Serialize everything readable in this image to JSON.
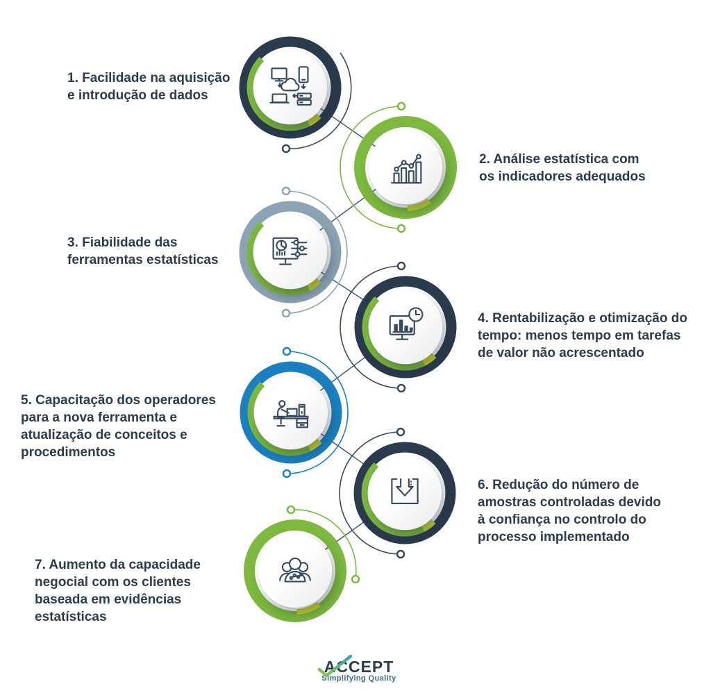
{
  "title": "Benefícios infographic",
  "colors": {
    "navy": "#2a3b4d",
    "green": "#7cb93e",
    "yellow_green": "#c9d834",
    "gray_blue": "#8ba3b2",
    "blue": "#1b80c0",
    "text": "#2b3c4d",
    "icon_stroke": "#34495e",
    "tagline_blue": "#3a6b96"
  },
  "items": [
    {
      "label": "1. Facilidade na aquisição\ne introdução de dados",
      "icon": "network-devices-icon",
      "ring_color": "navy",
      "side": "left"
    },
    {
      "label": "2. Análise estatística com\nos indicadores adequados",
      "icon": "bar-chart-trend-icon",
      "ring_color": "green",
      "side": "right"
    },
    {
      "label": "3. Fiabilidade das\nferramentas estatísticas",
      "icon": "dashboard-settings-icon",
      "ring_color": "gray_blue",
      "side": "left"
    },
    {
      "label": "4. Rentabilização e otimização do\ntempo: menos tempo em tarefas\nde valor não acrescentado",
      "icon": "presentation-clock-icon",
      "ring_color": "navy",
      "side": "right"
    },
    {
      "label": "5. Capacitação dos operadores\npara a nova ferramenta e\natualização de conceitos e\nprocedimentos",
      "icon": "operator-workstation-icon",
      "ring_color": "blue",
      "side": "left"
    },
    {
      "label": "6. Redução do número de\namostras controladas devido\nà confiança no controlo do\nprocesso implementado",
      "icon": "download-tray-icon",
      "ring_color": "navy",
      "side": "right"
    },
    {
      "label": "7. Aumento da capacidade\nnegocial com os clientes\nbaseada em evidências\nestatísticas",
      "icon": "clients-group-icon",
      "ring_color": "green",
      "side": "left"
    }
  ],
  "logo": {
    "name": "ACCEPT",
    "tagline": "Simplifying Quality"
  }
}
